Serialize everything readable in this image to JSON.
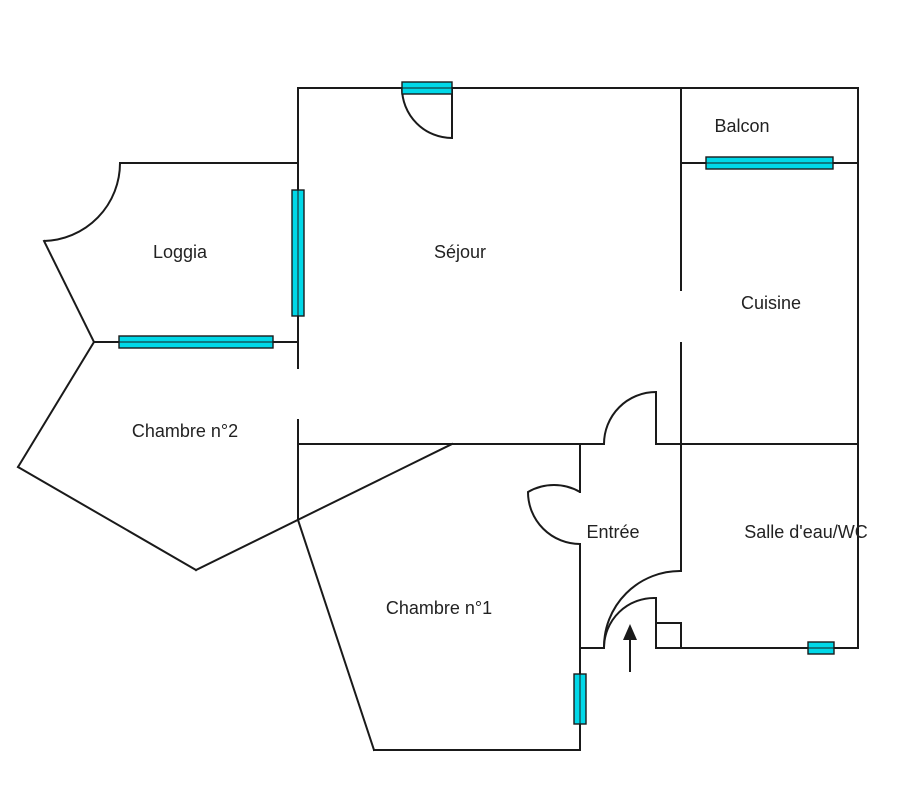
{
  "rooms": {
    "sejour": "Séjour",
    "balcon": "Balcon",
    "loggia": "Loggia",
    "cuisine": "Cuisine",
    "chambre2": "Chambre n°2",
    "entree": "Entrée",
    "salle_eau": "Salle d'eau/WC",
    "chambre1": "Chambre n°1"
  },
  "colors": {
    "window": "#00d8e8",
    "wall": "#1a1a1a",
    "background": "#ffffff"
  }
}
